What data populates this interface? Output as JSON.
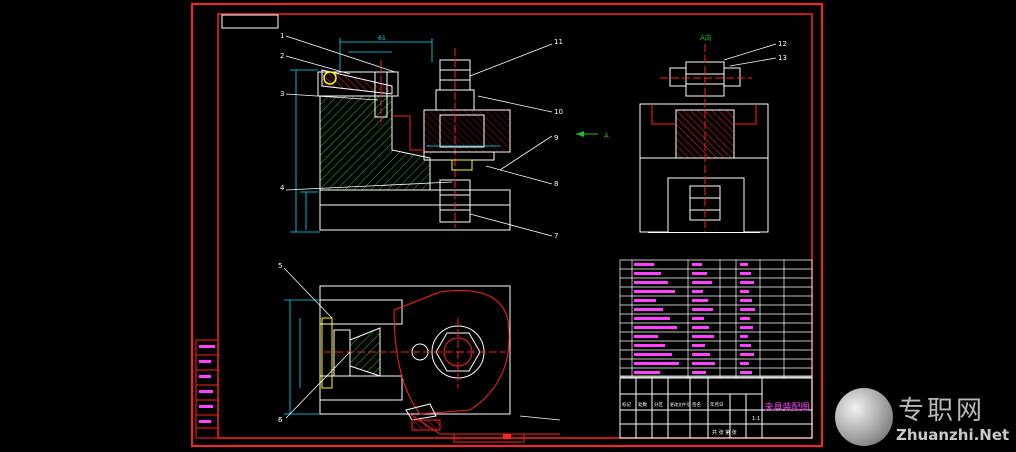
{
  "drawing": {
    "title": "夹具装配图",
    "view_label": "A向",
    "arrow_label": "A",
    "dims_top": "61"
  },
  "balloons": [
    "1",
    "2",
    "3",
    "4",
    "5",
    "6",
    "7",
    "8",
    "9",
    "10",
    "11",
    "12",
    "13"
  ],
  "bom_rows": 13,
  "titleblock": {
    "row1": [
      "标记",
      "处数",
      "分区",
      "更改文件号",
      "签名",
      "年月日"
    ],
    "scale": "1:1",
    "sheet": "共 张 第 张"
  },
  "watermark": {
    "cn": "专职网",
    "url": "Zhuanzhi.Net"
  },
  "colors": {
    "frame": "#ff2020",
    "line": "#ffffff",
    "dim": "#00e5ff",
    "hatch": "#20c020",
    "magenta": "#ff40ff",
    "yellow": "#ffff00"
  }
}
